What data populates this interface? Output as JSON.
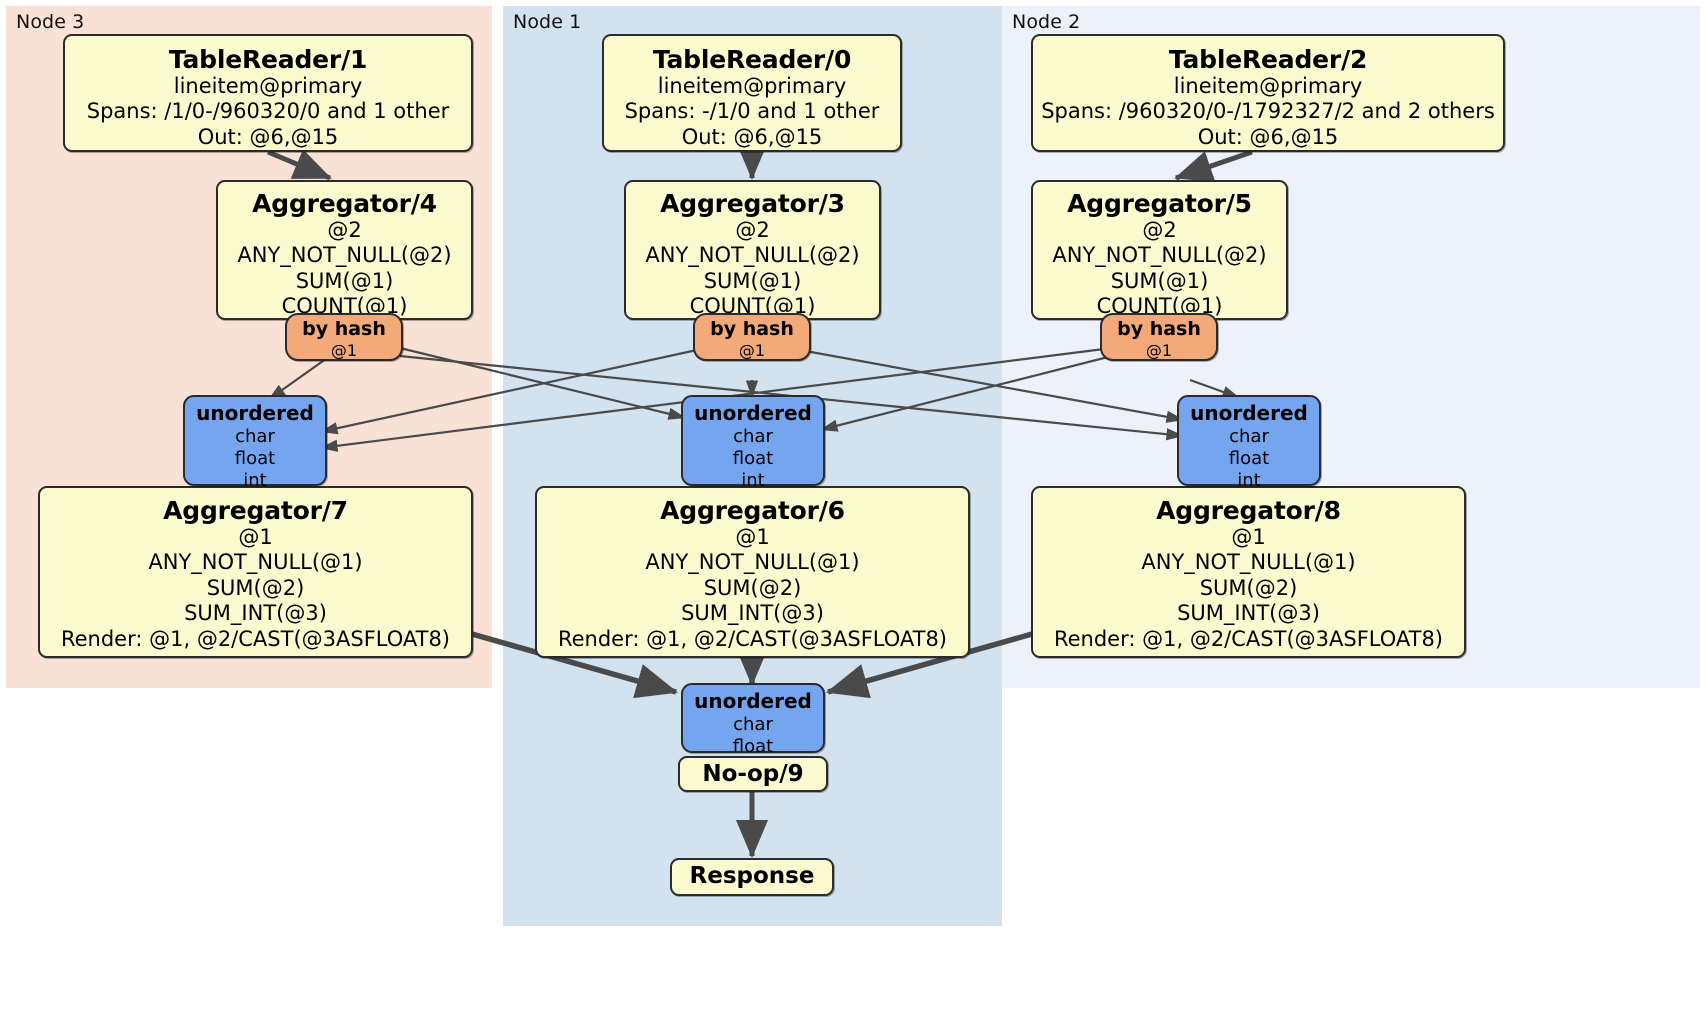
{
  "diagram": {
    "type": "distributed-query-plan",
    "panels": [
      {
        "id": "node3",
        "label": "Node 3",
        "color": "#fae1d5"
      },
      {
        "id": "node1",
        "label": "Node 1",
        "color": "#d3e2ef"
      },
      {
        "id": "node2",
        "label": "Node 2",
        "color": "#ecf1fb"
      }
    ],
    "processors": {
      "tablereader_1": {
        "title": "TableReader/1",
        "lines": [
          "lineitem@primary",
          "Spans: /1/0-/960320/0 and 1 other",
          "Out: @6,@15"
        ]
      },
      "tablereader_0": {
        "title": "TableReader/0",
        "lines": [
          "lineitem@primary",
          "Spans: -/1/0 and 1 other",
          "Out: @6,@15"
        ]
      },
      "tablereader_2": {
        "title": "TableReader/2",
        "lines": [
          "lineitem@primary",
          "Spans: /960320/0-/1792327/2 and 2 others",
          "Out: @6,@15"
        ]
      },
      "aggregator_4": {
        "title": "Aggregator/4",
        "lines": [
          "@2",
          "ANY_NOT_NULL(@2)",
          "SUM(@1)",
          "COUNT(@1)"
        ]
      },
      "aggregator_3": {
        "title": "Aggregator/3",
        "lines": [
          "@2",
          "ANY_NOT_NULL(@2)",
          "SUM(@1)",
          "COUNT(@1)"
        ]
      },
      "aggregator_5": {
        "title": "Aggregator/5",
        "lines": [
          "@2",
          "ANY_NOT_NULL(@2)",
          "SUM(@1)",
          "COUNT(@1)"
        ]
      },
      "aggregator_7": {
        "title": "Aggregator/7",
        "lines": [
          "@1",
          "ANY_NOT_NULL(@1)",
          "SUM(@2)",
          "SUM_INT(@3)",
          "Render: @1, @2/CAST(@3ASFLOAT8)"
        ]
      },
      "aggregator_6": {
        "title": "Aggregator/6",
        "lines": [
          "@1",
          "ANY_NOT_NULL(@1)",
          "SUM(@2)",
          "SUM_INT(@3)",
          "Render: @1, @2/CAST(@3ASFLOAT8)"
        ]
      },
      "aggregator_8": {
        "title": "Aggregator/8",
        "lines": [
          "@1",
          "ANY_NOT_NULL(@1)",
          "SUM(@2)",
          "SUM_INT(@3)",
          "Render: @1, @2/CAST(@3ASFLOAT8)"
        ]
      },
      "noop_9": {
        "title": "No-op/9",
        "lines": []
      },
      "response": {
        "title": "Response",
        "lines": []
      }
    },
    "routers": {
      "router_4": {
        "title": "by hash",
        "sub": "@1"
      },
      "router_3": {
        "title": "by hash",
        "sub": "@1"
      },
      "router_5": {
        "title": "by hash",
        "sub": "@1"
      }
    },
    "synchronizers": {
      "sync_7": {
        "title": "unordered",
        "types": [
          "char",
          "float",
          "int"
        ]
      },
      "sync_6": {
        "title": "unordered",
        "types": [
          "char",
          "float",
          "int"
        ]
      },
      "sync_8": {
        "title": "unordered",
        "types": [
          "char",
          "float",
          "int"
        ]
      },
      "sync_final": {
        "title": "unordered",
        "types": [
          "char",
          "float"
        ]
      }
    },
    "colors": {
      "processor_fill": "#fbfbcf",
      "router_fill": "#f4a97a",
      "sync_fill": "#76a5ef",
      "stroke": "#2b2b2b",
      "edge_thin": "#4a4a4a",
      "edge_thick": "#4a4a4a",
      "node3_panel": "#fae1d5",
      "node1_panel": "#d3e2ef",
      "node2_panel": "#ecf1fb"
    }
  }
}
